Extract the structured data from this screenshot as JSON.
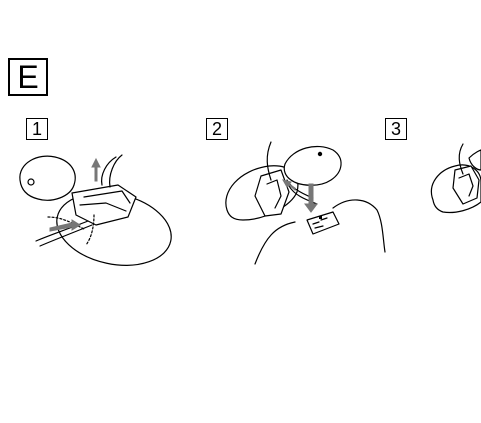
{
  "section": {
    "label": "E"
  },
  "steps": [
    {
      "number": "1"
    },
    {
      "number": "2"
    },
    {
      "number": "3"
    }
  ],
  "colors": {
    "arrow": "#777777",
    "line": "#000000"
  }
}
